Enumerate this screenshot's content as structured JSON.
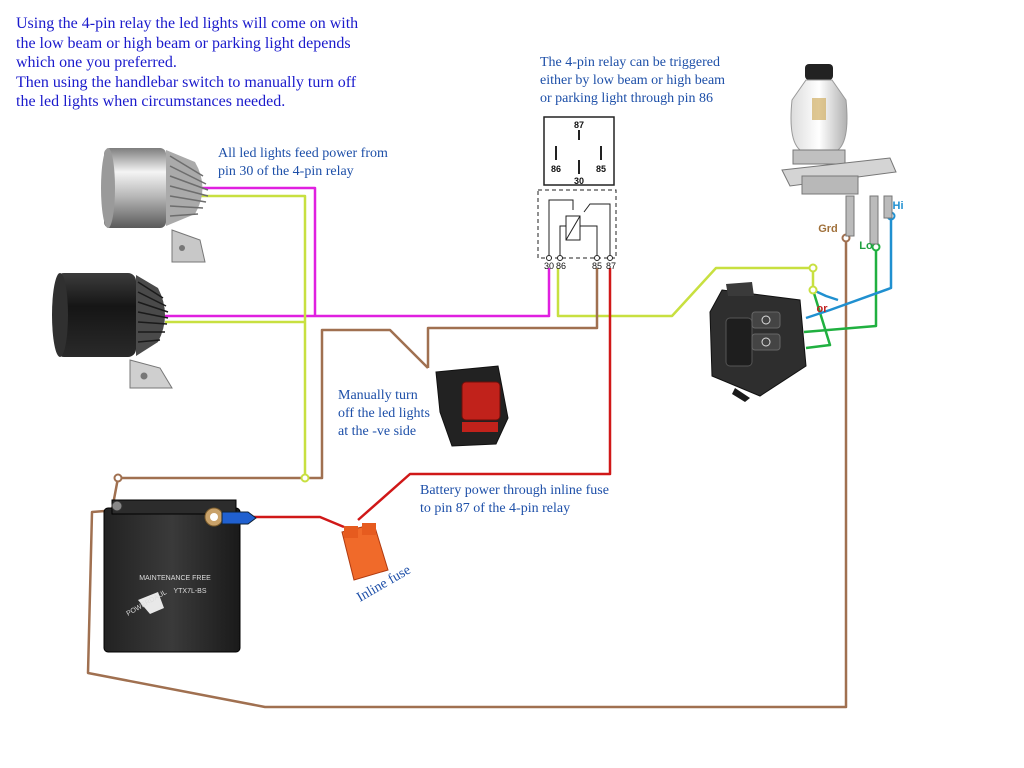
{
  "notes": {
    "intro": "Using the 4-pin relay the led lights will come on with\nthe low beam or high beam or parking light depends\nwhich one you preferred.\nThen using the handlebar switch to manually turn off\nthe led lights when circumstances needed.",
    "relay_trigger": "The 4-pin relay can be triggered\neither by low beam or high beam\nor parking light through pin 86",
    "feed_power": "All led lights feed power from\npin 30 of the 4-pin relay",
    "manual_off": "Manually turn\noff the led lights\nat the -ve side",
    "battery_power": "Battery power through inline fuse\nto pin 87 of the 4-pin relay",
    "inline_fuse": "Inline fuse"
  },
  "relay": {
    "top_pin": "87",
    "left_pin": "86",
    "right_pin": "85",
    "bottom_pin": "30",
    "pin_labels": [
      "30",
      "86",
      "85",
      "87"
    ]
  },
  "bulb_terminals": {
    "ground": "Grd",
    "low": "Lo",
    "high": "Hi"
  },
  "switch_wire_label": "or",
  "battery": {
    "text1": "MAINTENANCE FREE",
    "text2": "YTX7L-BS",
    "brand": "POWERDAUL"
  },
  "colors": {
    "magenta_wire": "#e020e0",
    "yellow_green_wire": "#c8e040",
    "brown_wire": "#a07050",
    "red_wire": "#d01818",
    "green_wire": "#20b040",
    "blue_wire": "#2090d0",
    "note_text": "#1d4fa8"
  }
}
